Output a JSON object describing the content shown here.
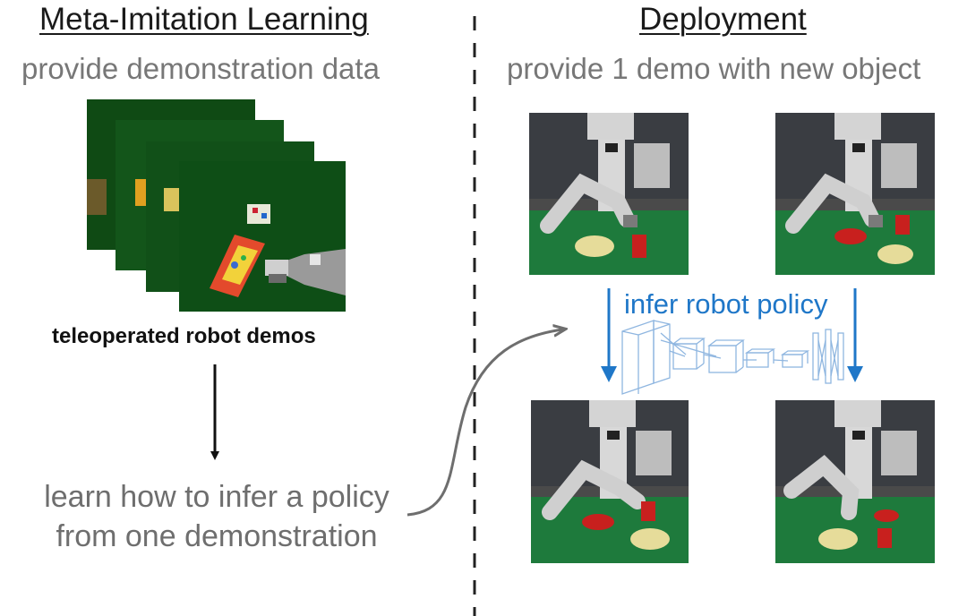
{
  "left": {
    "heading": "Meta-Imitation Learning",
    "subheading": "provide demonstration data",
    "caption": "teleoperated robot demos",
    "learn_line1": "learn how to infer a policy",
    "learn_line2": "from one demonstration"
  },
  "right": {
    "heading": "Deployment",
    "subheading": "provide 1 demo with new object",
    "policy_label": "infer robot policy"
  },
  "colors": {
    "accent_blue": "#1f77c8",
    "table_green": "#1e7a3c",
    "demo_green": "#0f4a14"
  }
}
